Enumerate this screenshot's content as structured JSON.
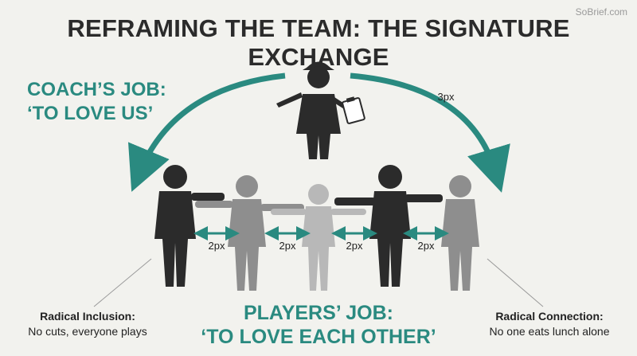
{
  "header": {
    "title": "REFRAMING THE TEAM: THE SIGNATURE EXCHANGE",
    "watermark": "SoBrief.com"
  },
  "coach": {
    "job_line1": "COACH’S JOB:",
    "job_line2": "‘TO LOVE US’",
    "arrow_label": "3px"
  },
  "players": {
    "job_line1": "PLAYERS’ JOB:",
    "job_line2": "‘TO LOVE EACH OTHER’",
    "link_labels": [
      "2px",
      "2px",
      "2px",
      "2px"
    ]
  },
  "notes": {
    "left": {
      "title": "Radical Inclusion:",
      "text": "No cuts, everyone plays"
    },
    "right": {
      "title": "Radical Connection:",
      "text": "No one eats lunch alone"
    }
  },
  "colors": {
    "accent": "#2a8a80",
    "dark_figure": "#2b2b2b",
    "mid_figure": "#8e8e8e",
    "light_figure": "#b8b8b8"
  }
}
